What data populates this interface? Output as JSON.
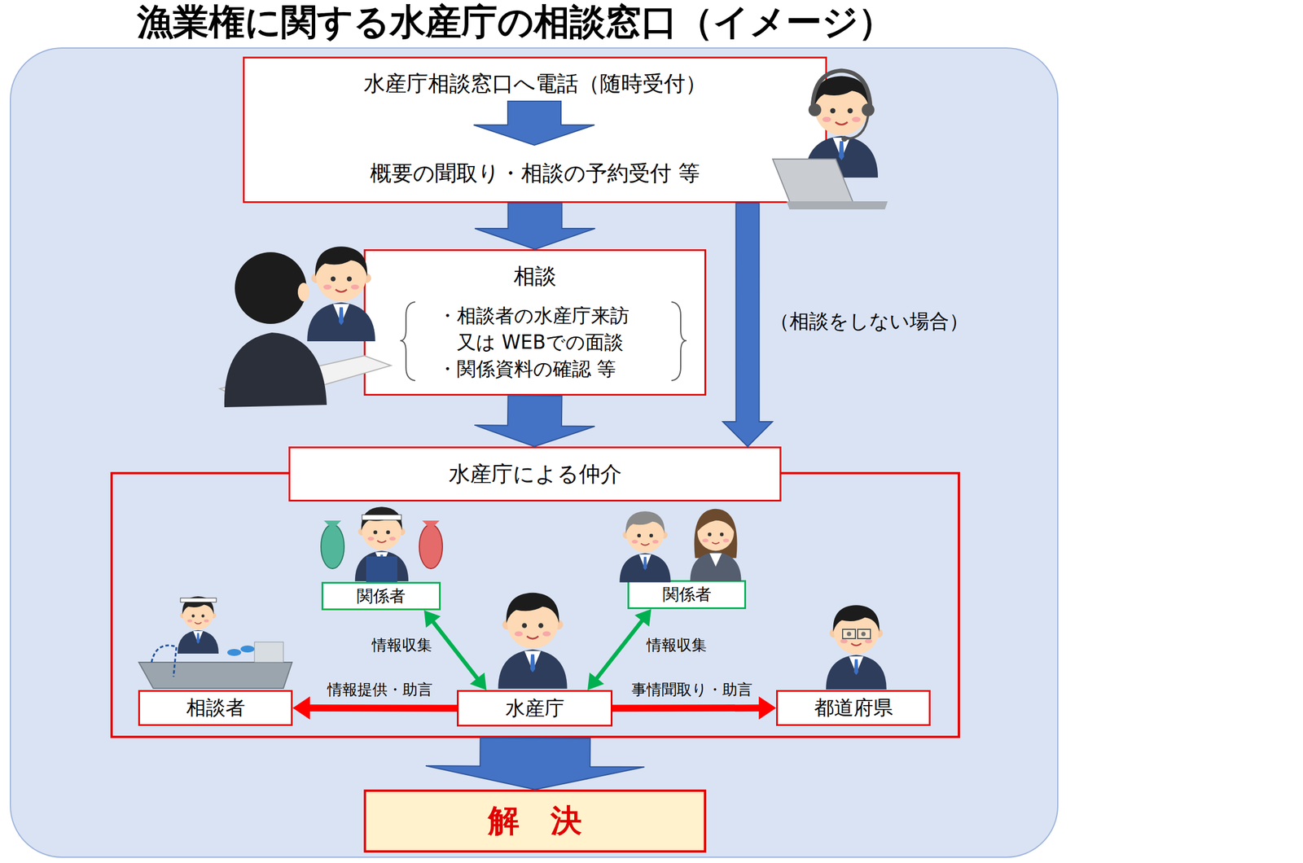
{
  "diagram": {
    "title": "漁業権に関する水産庁の相談窓口（イメージ）",
    "nodes": [
      {
        "text": [
          "水産庁相談窓口へ電話（随時受付）",
          "概要の聞取り・相談の予約受付 等"
        ]
      },
      {
        "text": [
          "相談",
          "・相談者の水産庁来訪 又は WEBでの面談",
          "・関係資料の確認 等"
        ]
      },
      {
        "text": [
          "水産庁による仲介"
        ]
      },
      {
        "text": [
          "関係者"
        ],
        "in": 2
      },
      {
        "text": [
          "関係者"
        ],
        "in": 2
      },
      {
        "text": [
          "相談者"
        ],
        "in": 2
      },
      {
        "text": [
          "水産庁"
        ],
        "in": 2
      },
      {
        "text": [
          "都道府県"
        ],
        "in": 2
      },
      {
        "text": [
          "解　決"
        ]
      }
    ],
    "edges": [
      {
        "from": 0,
        "to": 1,
        "arrow": "to"
      },
      {
        "from": 0,
        "to": 2,
        "label": "（相談をしない場合）",
        "arrow": "to"
      },
      {
        "from": 1,
        "to": 2,
        "arrow": "to"
      },
      {
        "from": 6,
        "to": 3,
        "label": "情報収集",
        "arrow": "both"
      },
      {
        "from": 6,
        "to": 4,
        "label": "情報収集",
        "arrow": "both"
      },
      {
        "from": 6,
        "to": 5,
        "label": "情報提供・助言",
        "arrow": "to"
      },
      {
        "from": 6,
        "to": 7,
        "label": "事情聞取り・助言",
        "arrow": "to"
      },
      {
        "from": 2,
        "to": 8,
        "arrow": "to"
      }
    ]
  }
}
